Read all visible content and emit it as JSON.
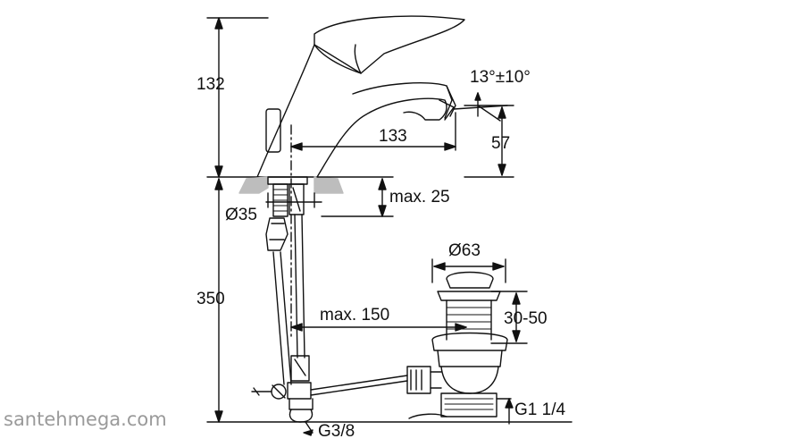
{
  "dimensions": {
    "faucet_height": "132",
    "spout_angle": "13°±10°",
    "spout_reach": "133",
    "spout_height": "57",
    "hole_diameter": "Ø35",
    "deck_thickness": "max. 25",
    "below_deck_length": "350",
    "waste_to_faucet": "max. 150",
    "waste_plug_diameter": "Ø63",
    "waste_adjust_range": "30-50",
    "waste_thread": "G1 1/4",
    "supply_thread": "G3/8"
  },
  "watermark": "santehmega.com",
  "colors": {
    "line": "#111111",
    "deck_fill": "#bdbdbd",
    "watermark": "#9a9a9a"
  }
}
